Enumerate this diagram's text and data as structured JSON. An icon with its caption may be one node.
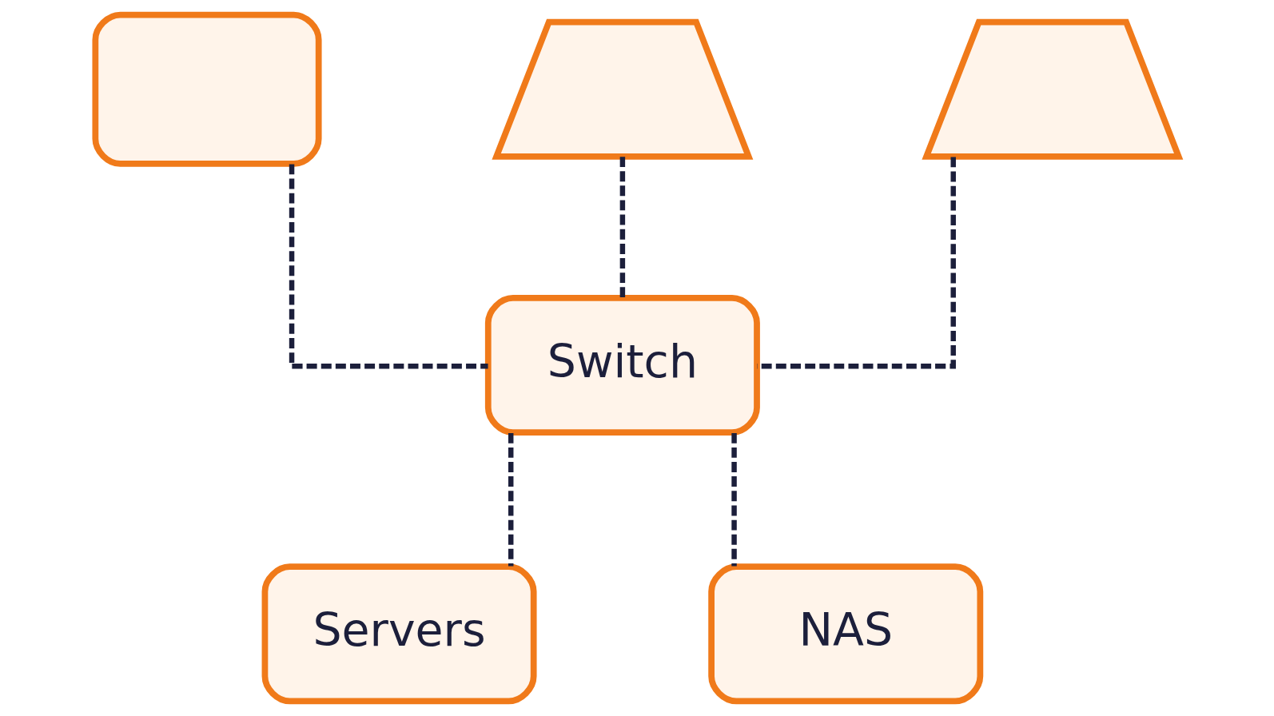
{
  "diagram": {
    "nodes": [
      {
        "text": [],
        "shape": "monitor"
      },
      {
        "text": [],
        "shape": "laptop"
      },
      {
        "text": [],
        "shape": "laptop"
      },
      {
        "text": [
          "Switch"
        ]
      },
      {
        "text": [
          "Servers"
        ]
      },
      {
        "text": [
          "NAS"
        ]
      }
    ],
    "edges": [
      {
        "from": 0,
        "to": 3,
        "arrow": "none",
        "style": "dashed"
      },
      {
        "from": 1,
        "to": 3,
        "arrow": "none",
        "style": "dashed"
      },
      {
        "from": 2,
        "to": 3,
        "arrow": "none",
        "style": "dashed"
      },
      {
        "from": 3,
        "to": 4,
        "arrow": "none",
        "style": "dashed"
      },
      {
        "from": 3,
        "to": 5,
        "arrow": "none",
        "style": "dashed"
      }
    ]
  }
}
